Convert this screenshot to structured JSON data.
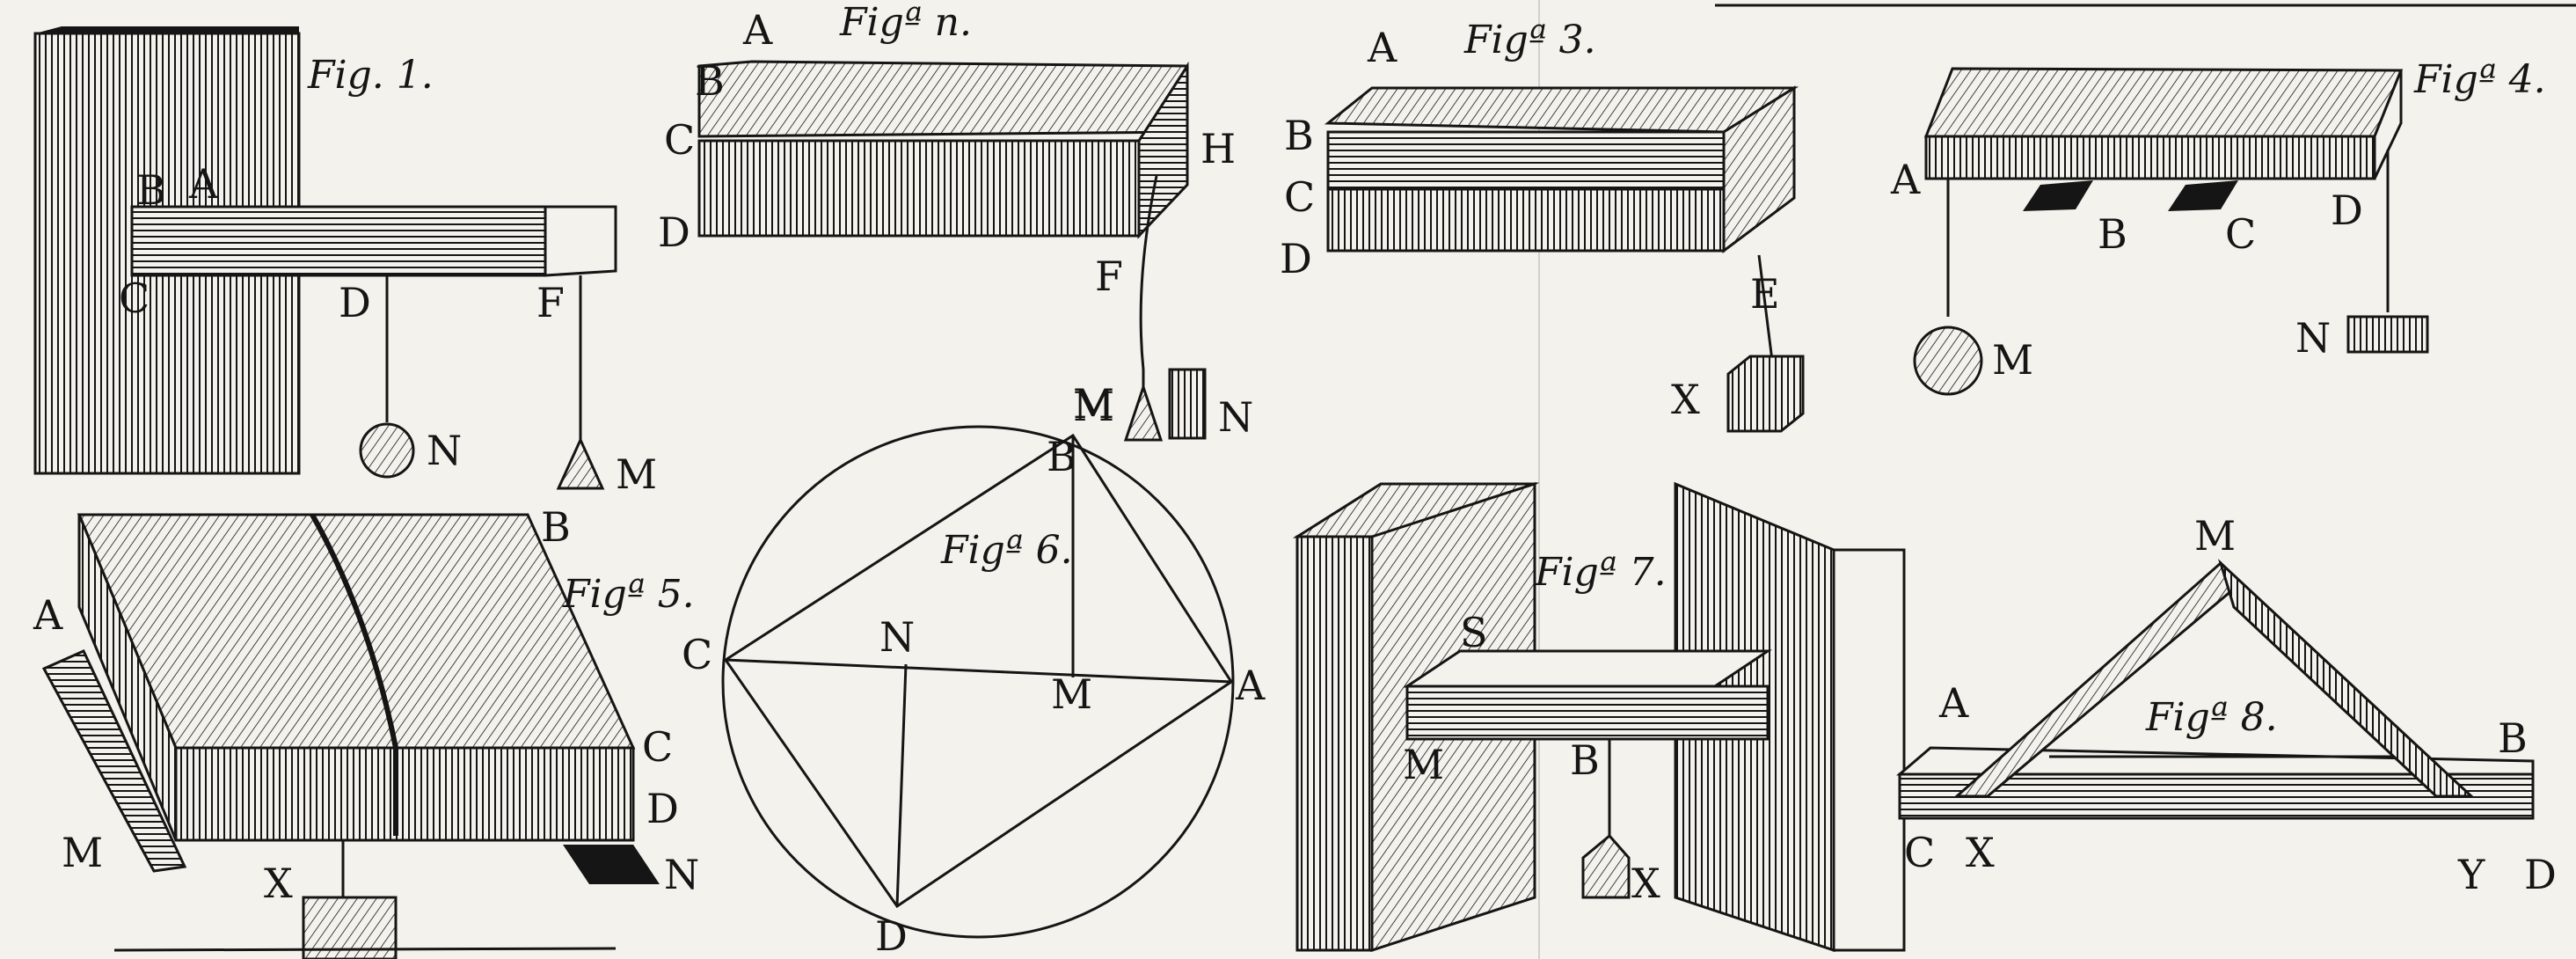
{
  "plate": {
    "background": "#f4f2ec",
    "ink": "#151515",
    "figures": [
      {
        "id": "fig1",
        "caption": "Fig. 1.",
        "labels": [
          "B",
          "A",
          "C",
          "D",
          "F",
          "N",
          "M"
        ]
      },
      {
        "id": "fig2",
        "caption": "Figª n.",
        "labels": [
          "A",
          "B",
          "C",
          "D",
          "H",
          "F",
          "M",
          "N"
        ]
      },
      {
        "id": "fig3",
        "caption": "Figª 3.",
        "labels": [
          "A",
          "B",
          "C",
          "D",
          "E",
          "X"
        ]
      },
      {
        "id": "fig4",
        "caption": "Figª 4.",
        "labels": [
          "A",
          "B",
          "C",
          "D",
          "M",
          "N"
        ]
      },
      {
        "id": "fig5",
        "caption": "Figª 5.",
        "labels": [
          "A",
          "B",
          "C",
          "D",
          "M",
          "X",
          "N"
        ]
      },
      {
        "id": "fig6",
        "caption": "Figª 6.",
        "labels": [
          "B",
          "M",
          "C",
          "N",
          "M",
          "A",
          "D"
        ]
      },
      {
        "id": "fig7",
        "caption": "Figª 7.",
        "labels": [
          "S",
          "M",
          "B",
          "X"
        ]
      },
      {
        "id": "fig8",
        "caption": "Figª 8.",
        "labels": [
          "M",
          "A",
          "B",
          "C",
          "X",
          "Y",
          "D"
        ]
      }
    ]
  }
}
